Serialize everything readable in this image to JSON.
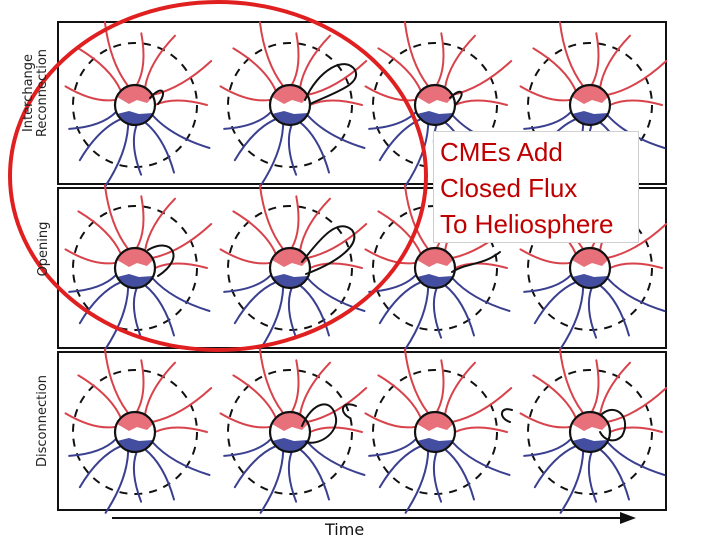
{
  "rows": [
    {
      "id": "interchange",
      "label_lines": [
        "Interchange",
        "Reconnection"
      ]
    },
    {
      "id": "opening",
      "label_lines": [
        "Opening"
      ]
    },
    {
      "id": "disconnection",
      "label_lines": [
        "Disconnection"
      ]
    }
  ],
  "callout": {
    "lines": [
      "CMEs Add",
      "Closed Flux",
      "To Heliosphere"
    ]
  },
  "time_axis": {
    "label": "Time"
  },
  "colors": {
    "open_field_red": "#d8434b",
    "open_field_blue": "#3a3f8f",
    "polar_red": "#e8707a",
    "polar_blue": "#444ea0",
    "highlight_circle": "#e02020",
    "callout_text": "#c00000",
    "ink": "#111111"
  }
}
